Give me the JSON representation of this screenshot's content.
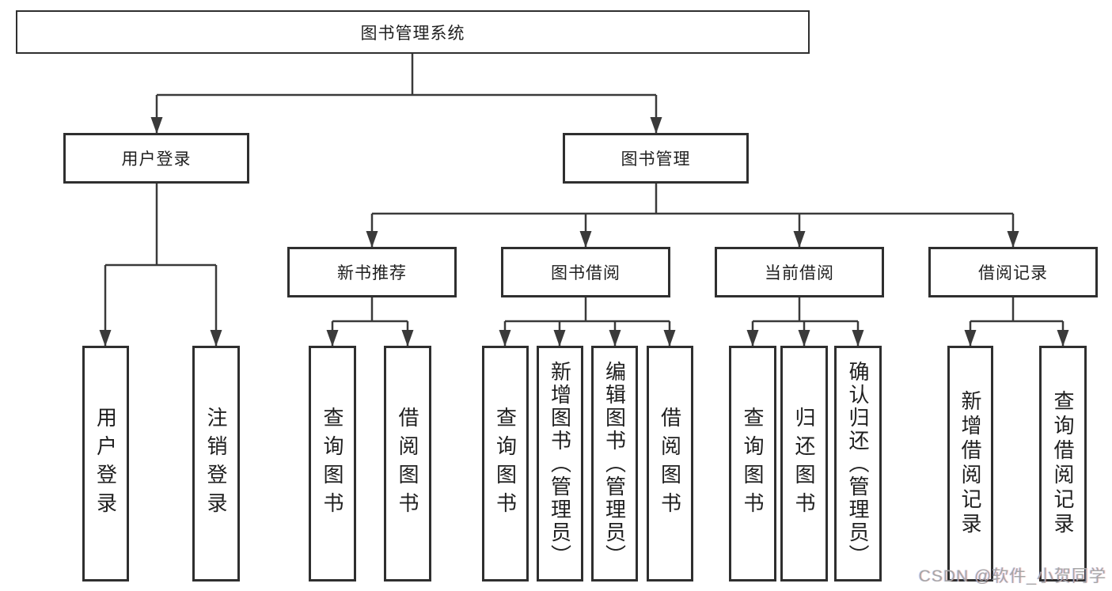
{
  "nodes": {
    "root": {
      "label": "图书管理系统"
    },
    "user_login": {
      "label": "用户登录"
    },
    "book_mgmt": {
      "label": "图书管理"
    },
    "new_book_rec": {
      "label": "新书推荐"
    },
    "book_borrow": {
      "label": "图书借阅"
    },
    "current_borrow": {
      "label": "当前借阅"
    },
    "borrow_records": {
      "label": "借阅记录"
    },
    "leaf_user_login": {
      "label": "用户登录"
    },
    "leaf_logout": {
      "label": "注销登录"
    },
    "leaf_query_book_1": {
      "label": "查询图书"
    },
    "leaf_borrow_book_1": {
      "label": "借阅图书"
    },
    "leaf_query_book_2": {
      "label": "查询图书"
    },
    "leaf_add_book": {
      "label": "新增图书（管理员）"
    },
    "leaf_edit_book": {
      "label": "编辑图书（管理员）"
    },
    "leaf_borrow_book_2": {
      "label": "借阅图书"
    },
    "leaf_query_book_3": {
      "label": "查询图书"
    },
    "leaf_return_book": {
      "label": "归还图书"
    },
    "leaf_confirm_return": {
      "label": "确认归还（管理员）"
    },
    "leaf_add_record": {
      "label": "新增借阅记录"
    },
    "leaf_query_record": {
      "label": "查询借阅记录"
    }
  },
  "watermark": "CSDN @软件_小贺同学",
  "colors": {
    "line": "#3a3a3a",
    "box_border": "#2f2f2f",
    "text": "#1f1f1f",
    "watermark": "#a6a6a6",
    "background": "#ffffff"
  }
}
